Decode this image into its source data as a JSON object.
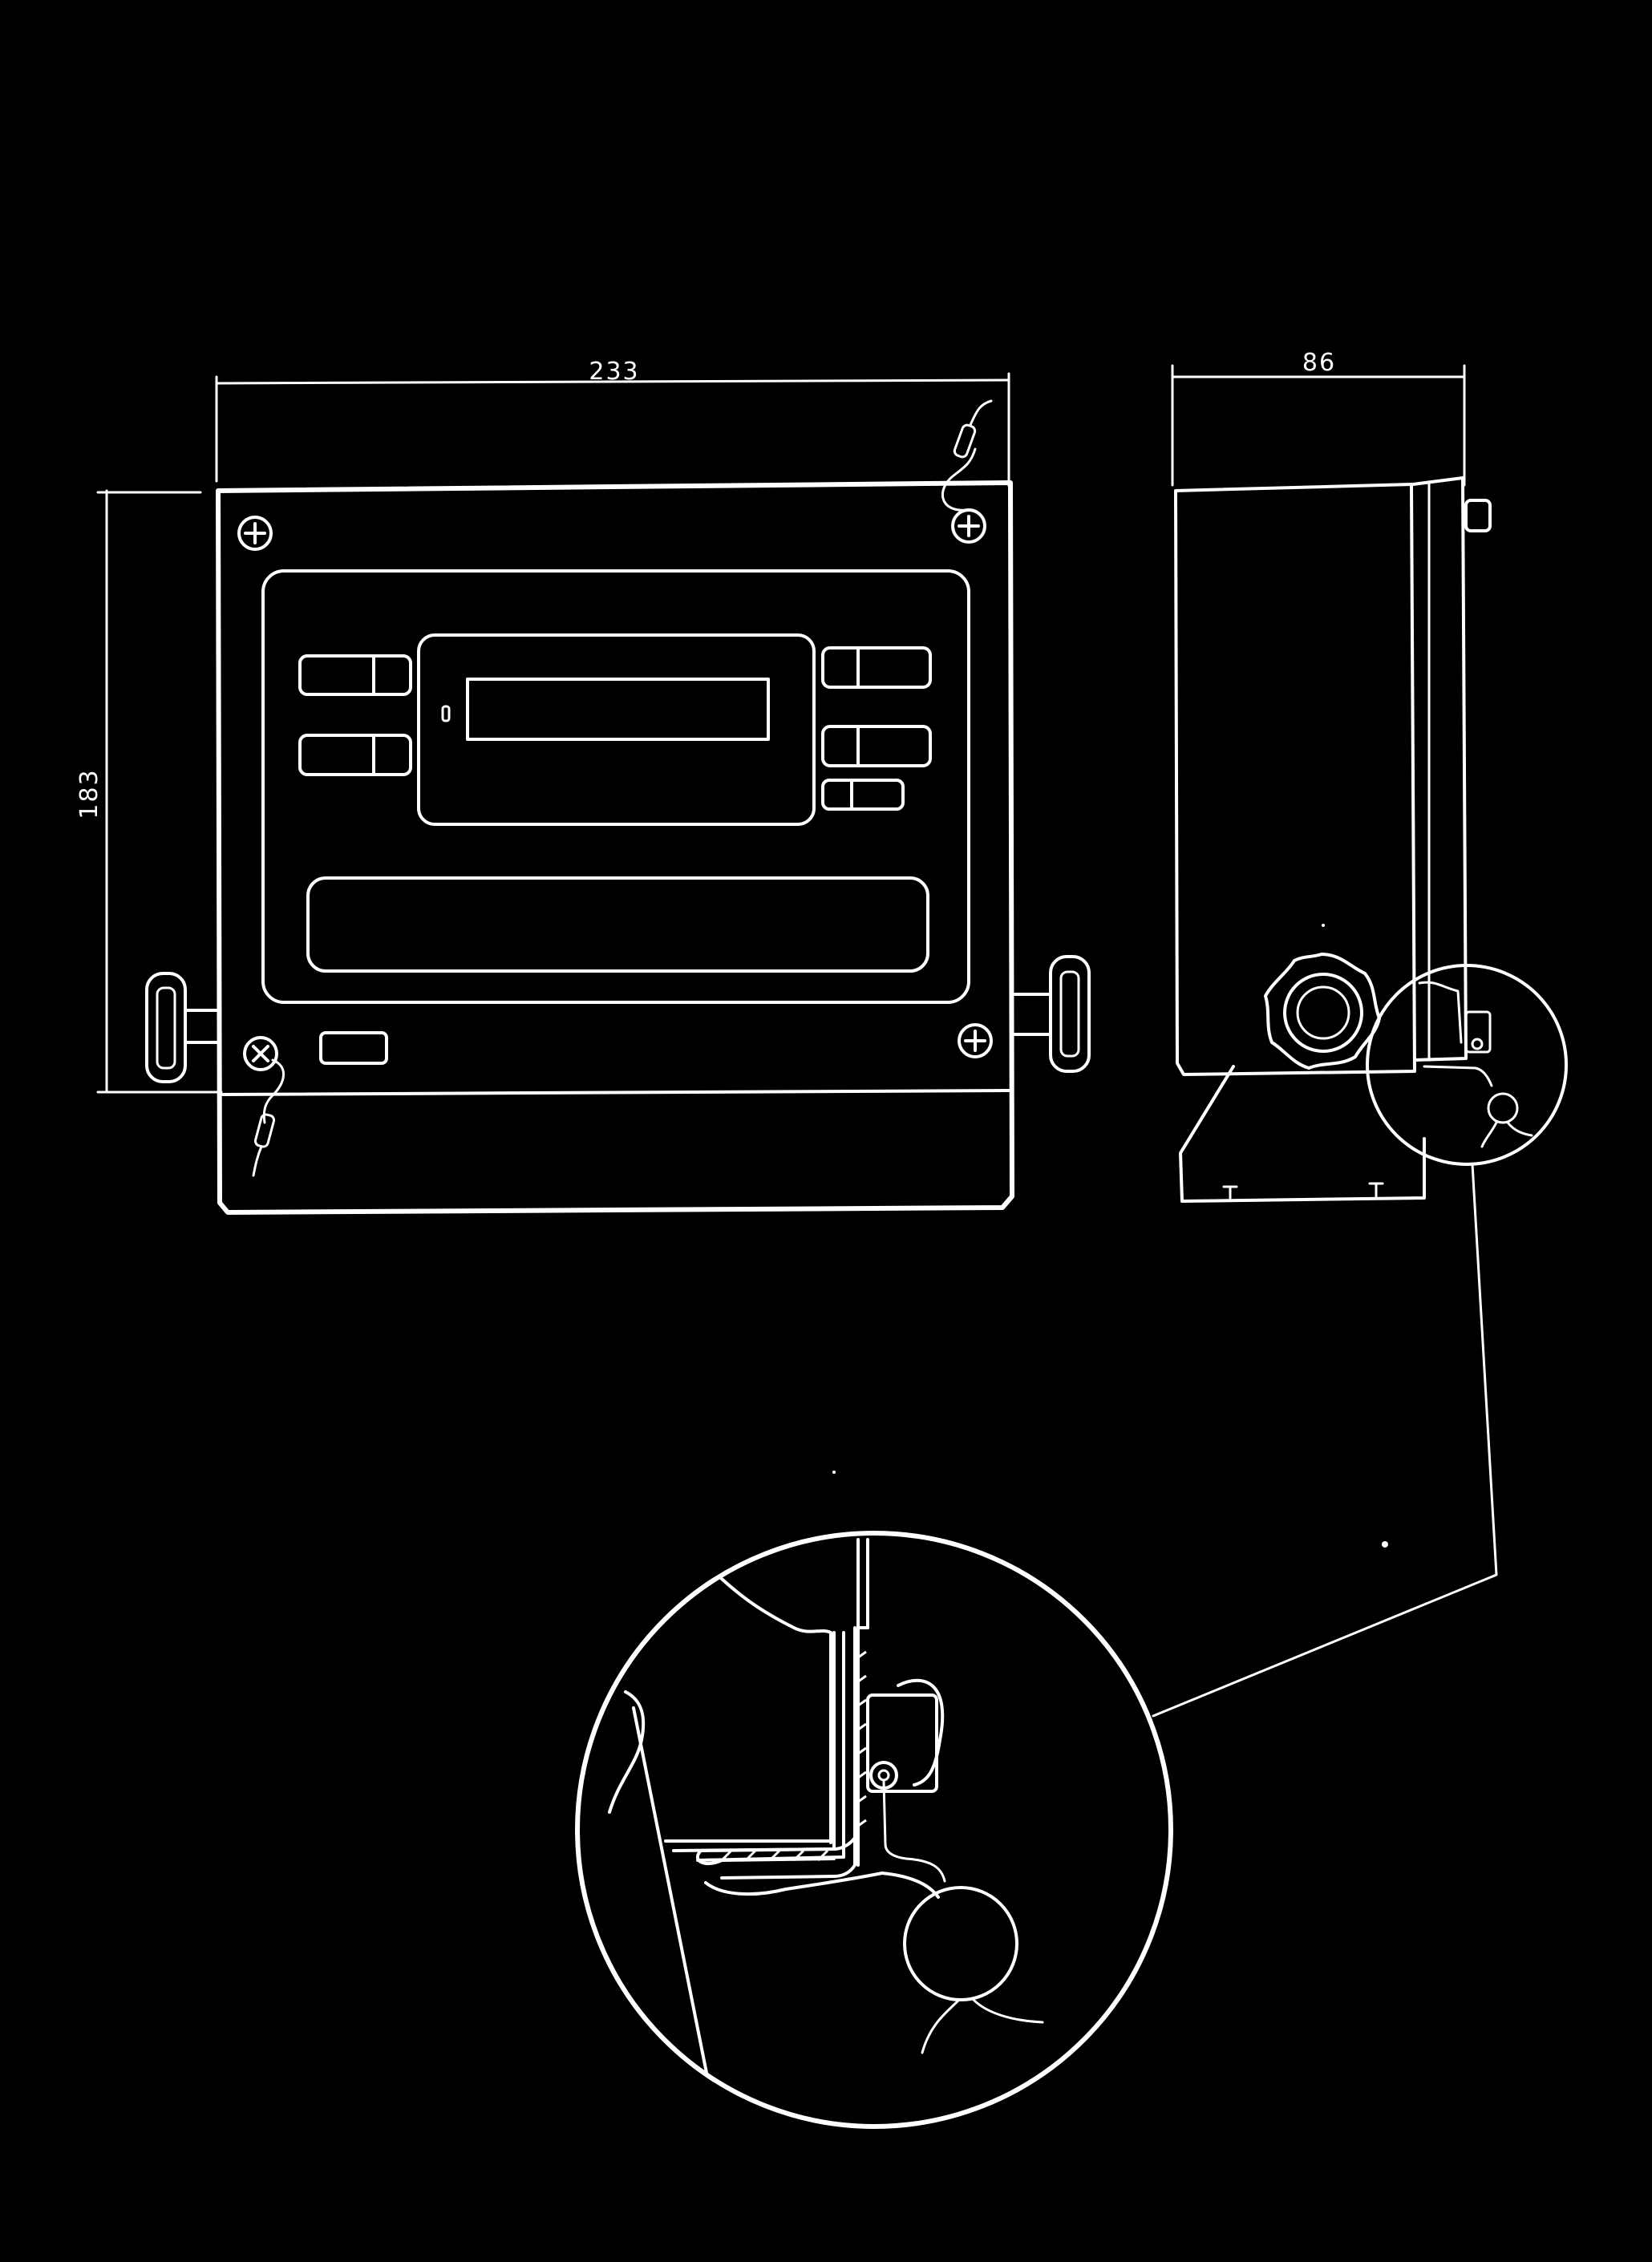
{
  "background_color": "#000000",
  "line_color": "#ffffff",
  "dimensions": {
    "width_label": "233",
    "height_label": "183",
    "depth_label": "86"
  },
  "views": {
    "front": {
      "display_indicator": "0"
    },
    "side": {},
    "detail": {}
  }
}
